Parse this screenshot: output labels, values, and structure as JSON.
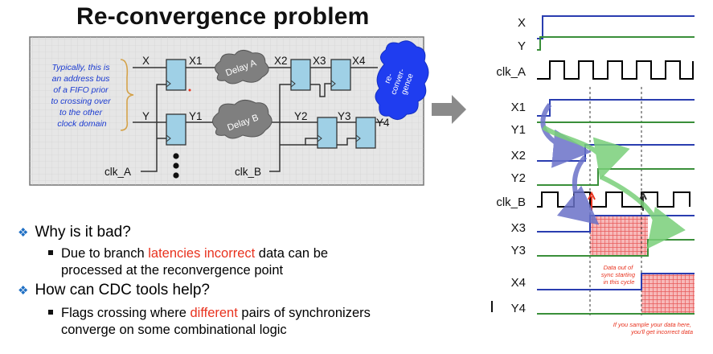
{
  "title": "Re-convergence problem",
  "circuit": {
    "note_lines": [
      "Typically, this is",
      "an address bus",
      "of a FIFO prior",
      "to crossing over",
      "to the other",
      "clock domain"
    ],
    "signals": {
      "x": "X",
      "x1": "X1",
      "x2": "X2",
      "x3": "X3",
      "x4": "X4",
      "y": "Y",
      "y1": "Y1",
      "y2": "Y2",
      "y3": "Y3",
      "y4": "Y4"
    },
    "delay_a": "Delay A",
    "delay_b": "Delay B",
    "reconv_lines": [
      "re-",
      "conver-",
      "gence"
    ],
    "clk_a": "clk_A",
    "clk_b": "clk_B"
  },
  "bullets": {
    "q1": "Why is it bad?",
    "a1_part1": "Due to branch ",
    "a1_highlight": "latencies incorrect",
    "a1_part2": " data can be",
    "a1_line2": "processed at the reconvergence point",
    "q2": "How can CDC tools help?",
    "a2_part1": "Flags crossing where ",
    "a2_highlight": "different",
    "a2_part2": " pairs of synchronizers",
    "a2_line2": "converge on some combinational logic"
  },
  "timing": {
    "labels": {
      "x": "X",
      "y": "Y",
      "clk_a": "clk_A",
      "x1": "X1",
      "y1": "Y1",
      "x2": "X2",
      "y2": "Y2",
      "clk_b": "clk_B",
      "x3": "X3",
      "y3": "Y3",
      "x4": "X4",
      "y4": "Y4"
    },
    "note1_lines": [
      "Data out of",
      "sync starting",
      "in this cycle"
    ],
    "note2_lines": [
      "If you sample your data here,",
      "you'll get incorrect data"
    ]
  },
  "colors": {
    "blue": "#2a3db0",
    "green": "#3a8f3a",
    "red": "#e8321e",
    "accent": "#1f6fc4"
  }
}
